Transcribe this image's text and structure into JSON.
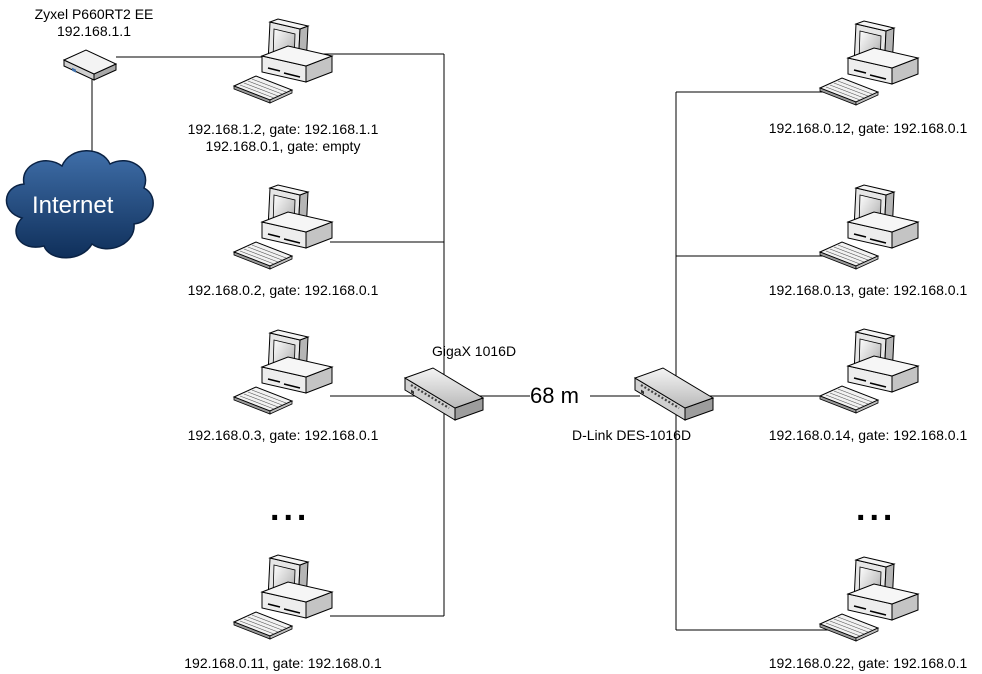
{
  "router": {
    "name": "Zyxel P660RT2 EE",
    "ip": "192.168.1.1"
  },
  "internet": {
    "label": "Internet"
  },
  "switch_left": {
    "label": "GigaX 1016D"
  },
  "switch_right": {
    "label": "D-Link DES-1016D"
  },
  "link": {
    "distance": "68 m"
  },
  "left_hosts": [
    {
      "line1": "192.168.1.2, gate: 192.168.1.1",
      "line2": "192.168.0.1, gate: empty"
    },
    {
      "line1": "192.168.0.2, gate: 192.168.0.1"
    },
    {
      "line1": "192.168.0.3, gate: 192.168.0.1"
    },
    {
      "line1": "192.168.0.11, gate: 192.168.0.1"
    }
  ],
  "right_hosts": [
    {
      "line1": "192.168.0.12, gate: 192.168.0.1"
    },
    {
      "line1": "192.168.0.13, gate: 192.168.0.1"
    },
    {
      "line1": "192.168.0.14, gate: 192.168.0.1"
    },
    {
      "line1": "192.168.0.22, gate: 192.168.0.1"
    }
  ],
  "ellipsis": "..."
}
